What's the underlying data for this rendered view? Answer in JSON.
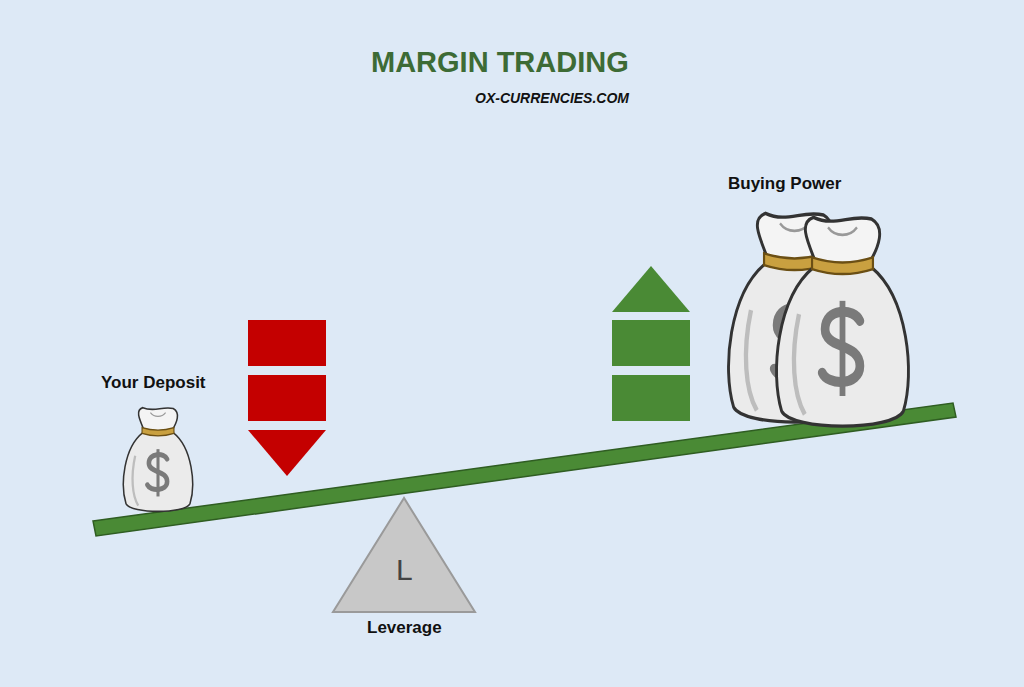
{
  "diagram": {
    "title": "MARGIN TRADING",
    "nodes": [
      {
        "text": [
          "L",
          "Leverage"
        ]
      }
    ],
    "labels": [
      "OX-CURRENCIES.COM",
      "Your Deposit",
      "Buying Power"
    ]
  }
}
